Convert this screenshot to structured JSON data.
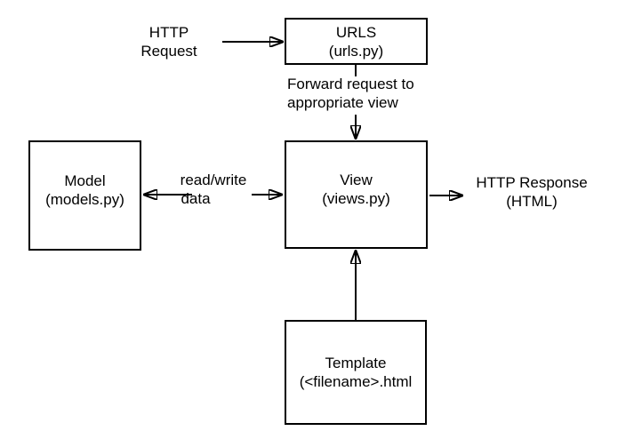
{
  "colors": {
    "line": "#000000",
    "text": "#000000",
    "background": "#ffffff",
    "box_fill": "#ffffff"
  },
  "nodes": {
    "urls": {
      "title": "URLS",
      "subtitle": "(urls.py)"
    },
    "view": {
      "title": "View",
      "subtitle": "(views.py)"
    },
    "model": {
      "title": "Model",
      "subtitle": "(models.py)"
    },
    "template": {
      "title": "Template",
      "subtitle": "(<filename>.html"
    }
  },
  "labels": {
    "http_request": {
      "line1": "HTTP",
      "line2": "Request"
    },
    "forward_request": {
      "line1": "Forward request to",
      "line2": "appropriate view"
    },
    "read_write": {
      "line1": "read/write",
      "line2": "data"
    },
    "http_response": {
      "line1": "HTTP Response",
      "line2": "(HTML)"
    }
  },
  "edges": [
    {
      "from": "http-request",
      "to": "urls",
      "direction": "right",
      "label": "HTTP Request"
    },
    {
      "from": "urls",
      "to": "view",
      "direction": "down",
      "label": "Forward request to appropriate view"
    },
    {
      "from": "view",
      "to": "model",
      "direction": "both",
      "label": "read/write data"
    },
    {
      "from": "view",
      "to": "response",
      "direction": "right",
      "label": "HTTP Response (HTML)"
    },
    {
      "from": "template",
      "to": "view",
      "direction": "up",
      "label": ""
    }
  ]
}
